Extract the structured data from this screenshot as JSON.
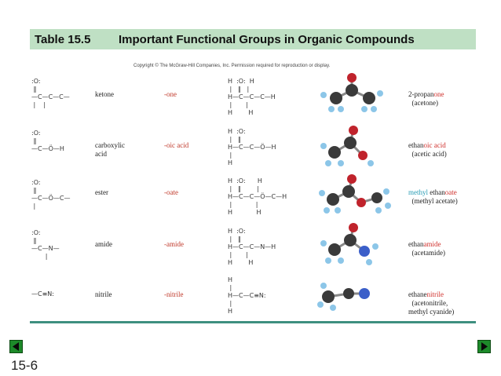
{
  "title": {
    "number": "Table 15.5",
    "text": "Important Functional Groups in Organic Compounds"
  },
  "copyright": "Copyright © The McGraw-Hill Companies, Inc. Permission required for reproduction or display.",
  "rows": [
    {
      "group_name": "ketone",
      "suffix": "-one",
      "general": ":O:\n ‖\n—C—C—C—\n |    |",
      "example": "H  :O:  H\n |   ‖   |\nH—C—C—C—H\n |       |\nH        H",
      "name_parts": [
        {
          "text": "2-propan",
          "color": "black"
        },
        {
          "text": "one",
          "color": "red"
        }
      ],
      "common": "(acetone)"
    },
    {
      "group_name": "carboxylic\nacid",
      "suffix": "-oic acid",
      "general": ":O:\n ‖\n—C—Ö—H",
      "example": "H  :O:\n |   ‖\nH—C—C—Ö—H\n |\nH",
      "name_parts": [
        {
          "text": "ethan",
          "color": "black"
        },
        {
          "text": "oic acid",
          "color": "red"
        }
      ],
      "common": "(acetic acid)"
    },
    {
      "group_name": "ester",
      "suffix": "-oate",
      "general": ":O:\n ‖\n—C—Ö—C—\n |",
      "example": "H  :O:      H\n |   ‖        |\nH—C—C—Ö—C—H\n |            |\nH            H",
      "name_parts": [
        {
          "text": "methyl ",
          "color": "teal"
        },
        {
          "text": "ethan",
          "color": "black"
        },
        {
          "text": "oate",
          "color": "red"
        }
      ],
      "common": "(methyl acetate)"
    },
    {
      "group_name": "amide",
      "suffix": "-amide",
      "general": ":O:\n ‖\n—C—N—\n       |",
      "example": "H  :O:\n |   ‖\nH—C—C—N—H\n |       |\nH        H",
      "name_parts": [
        {
          "text": "ethan",
          "color": "black"
        },
        {
          "text": "amide",
          "color": "red"
        }
      ],
      "common": "(acetamide)"
    },
    {
      "group_name": "nitrile",
      "suffix": "-nitrile",
      "general": "—C≡N:",
      "example": "H\n |\nH—C—C≡N:\n |\nH",
      "name_parts": [
        {
          "text": "ethane",
          "color": "black"
        },
        {
          "text": "nitrile",
          "color": "red"
        }
      ],
      "common": "(acetonitrile,\nmethyl cyanide)"
    }
  ],
  "slide_number": "15-6",
  "nav": {
    "prev_icon": "triangle-left-icon",
    "next_icon": "triangle-right-icon"
  },
  "colors": {
    "title_bar": "#bfe0c4",
    "accent_red": "#d0312d",
    "teal": "#2a9db5",
    "rule": "#3e8f7f",
    "nav_green": "#1d8a2a"
  }
}
